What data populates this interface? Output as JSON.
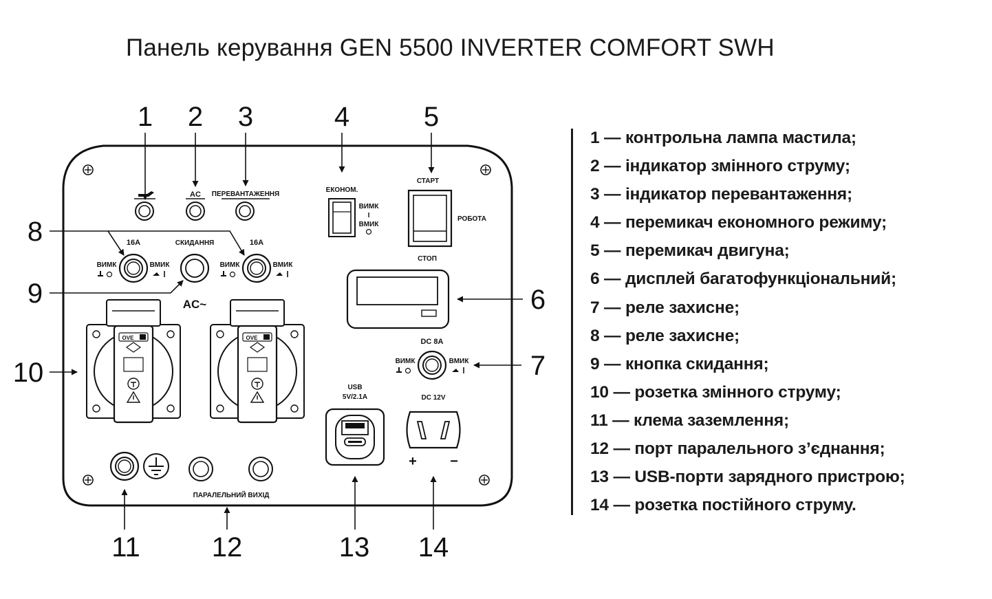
{
  "title": "Панель керування GEN 5500 INVERTER COMFORT SWH",
  "callouts": [
    {
      "id": "1",
      "text": "1"
    },
    {
      "id": "2",
      "text": "2"
    },
    {
      "id": "3",
      "text": "3"
    },
    {
      "id": "4",
      "text": "4"
    },
    {
      "id": "5",
      "text": "5"
    },
    {
      "id": "6",
      "text": "6"
    },
    {
      "id": "7",
      "text": "7"
    },
    {
      "id": "8",
      "text": "8"
    },
    {
      "id": "9",
      "text": "9"
    },
    {
      "id": "10",
      "text": "10"
    },
    {
      "id": "11",
      "text": "11"
    },
    {
      "id": "12",
      "text": "12"
    },
    {
      "id": "13",
      "text": "13"
    },
    {
      "id": "14",
      "text": "14"
    }
  ],
  "panel": {
    "ac_label": "AC",
    "overload_label": "ПЕРЕВАНТАЖЕННЯ",
    "breaker_16a_label": "16A",
    "reset_label": "СКИДАННЯ",
    "off_label": "ВИМК",
    "on_label": "ВМИК",
    "ac_tilde_label": "AC~",
    "econ_label": "ЕКОНОМ.",
    "econ_off_label": "ВИМК",
    "econ_on_label": "ВМИК",
    "econ_on_mark": "I",
    "start_label": "СТАРТ",
    "run_label": "РОБОТА",
    "stop_label": "СТОП",
    "dc_breaker_label": "DC 8A",
    "usb_label_1": "USB",
    "usb_label_2": "5V/2.1A",
    "dc_socket_label": "DC 12V",
    "plus_label": "+",
    "minus_label": "−",
    "parallel_label": "ПАРАЛЕЛЬНИЙ ВИХІД",
    "socket_badge": "OVE"
  },
  "legend": [
    "1 — контрольна лампа мастила;",
    "2 — індикатор змінного струму;",
    "3 — індикатор перевантаження;",
    "4 — перемикач економного режиму;",
    "5 — перемикач двигуна;",
    "6 — дисплей багатофункціональний;",
    "7 — реле захисне;",
    "8 — реле захисне;",
    "9 — кнопка скидання;",
    "10 — розетка змінного струму;",
    "11 — клема заземлення;",
    "12 — порт паралельного з’єднання;",
    "13 — USB-порти зарядного пристрою;",
    "14 — розетка постійного струму."
  ],
  "icons": [
    "oil-can-icon",
    "ground-symbol-icon",
    "warning-triangle-icon",
    "screw-icon"
  ]
}
